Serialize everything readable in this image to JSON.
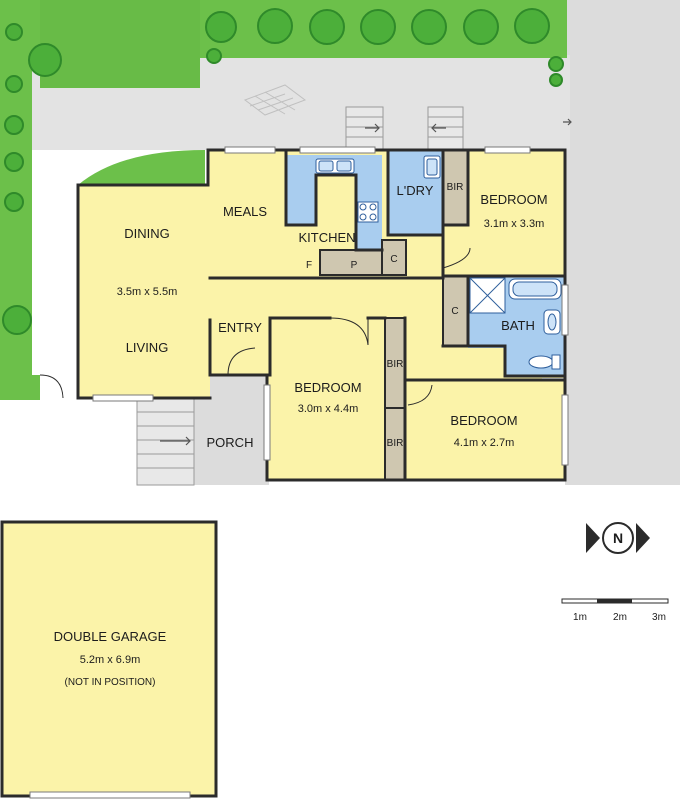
{
  "colors": {
    "lawn": "#6cc04a",
    "lawn_dark": "#5aa83b",
    "paving": "#dcdcdc",
    "paving_light": "#e6e6e6",
    "floor": "#fbf3a9",
    "wet_area": "#a9cdef",
    "storage": "#cfc7b0",
    "wall": "#2b2b2b",
    "tree": "#4caf3a",
    "tree_shade": "#2f8a2a"
  },
  "rooms": {
    "dining": "DINING",
    "living_size": "3.5m x 5.5m",
    "living": "LIVING",
    "meals": "MEALS",
    "kitchen": "KITCHEN",
    "fridge": "F",
    "pantry": "P",
    "kitchen_cupboard": "C",
    "laundry": "L'DRY",
    "bir_bedroom1": "BIR",
    "bedroom1": "BEDROOM",
    "bedroom1_size": "3.1m x 3.3m",
    "linen_cupboard": "C",
    "bath": "BATH",
    "entry": "ENTRY",
    "bedroom2": "BEDROOM",
    "bedroom2_size": "3.0m x 4.4m",
    "bir_bedroom2_top": "BIR",
    "bir_bedroom2_bottom": "BIR",
    "bedroom3": "BEDROOM",
    "bedroom3_size": "4.1m x 2.7m",
    "porch": "PORCH"
  },
  "garage": {
    "name": "DOUBLE GARAGE",
    "size": "5.2m x 6.9m",
    "note": "(NOT IN POSITION)"
  },
  "compass": {
    "letter": "N",
    "icon": "north-arrow-icon"
  },
  "scale": {
    "labels": [
      "1m",
      "2m",
      "3m"
    ]
  }
}
